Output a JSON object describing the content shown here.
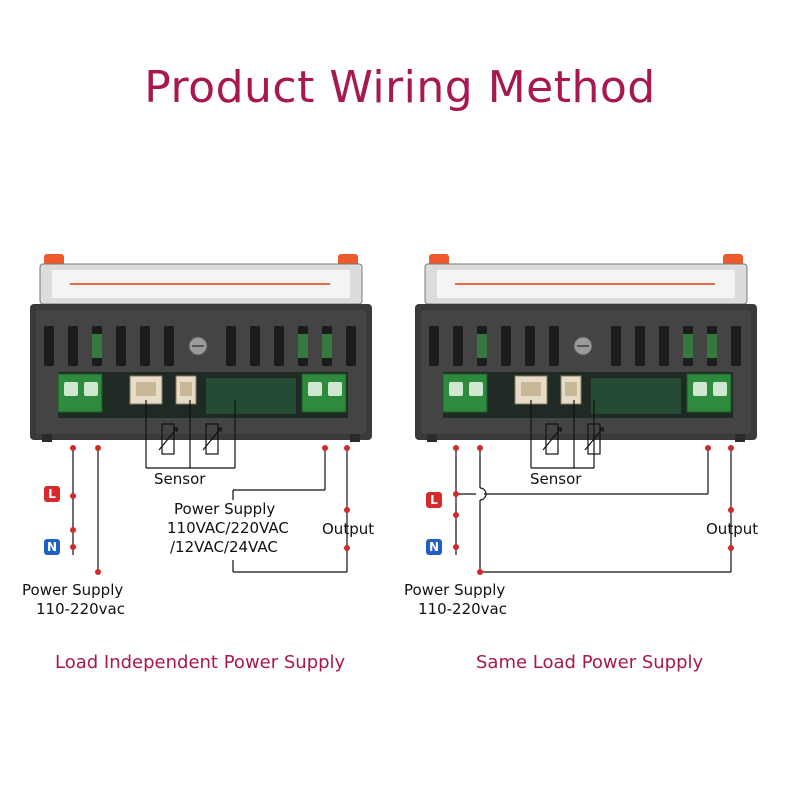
{
  "title": "Product Wiring Method",
  "colors": {
    "accent": "#a8174f",
    "wire": "#111111",
    "terminal_dot": "#d12a2a",
    "L_badge": "#d72a2a",
    "N_badge": "#1f5fc9",
    "terminal_block": "#2e8b3e",
    "housing": "#3a3a3a",
    "clip": "#ef5a2a"
  },
  "left": {
    "caption": "Load Independent Power Supply",
    "sensor_label": "Sensor",
    "aux_power_label": [
      "Power Supply",
      "110VAC/220VAC",
      "/12VAC/24VAC"
    ],
    "output_label": "Output",
    "L": "L",
    "N": "N",
    "main_power_label": [
      "Power Supply",
      "110-220vac"
    ]
  },
  "right": {
    "caption": "Same Load Power Supply",
    "sensor_label": "Sensor",
    "output_label": "Output",
    "L": "L",
    "N": "N",
    "main_power_label": [
      "Power Supply",
      "110-220vac"
    ]
  }
}
